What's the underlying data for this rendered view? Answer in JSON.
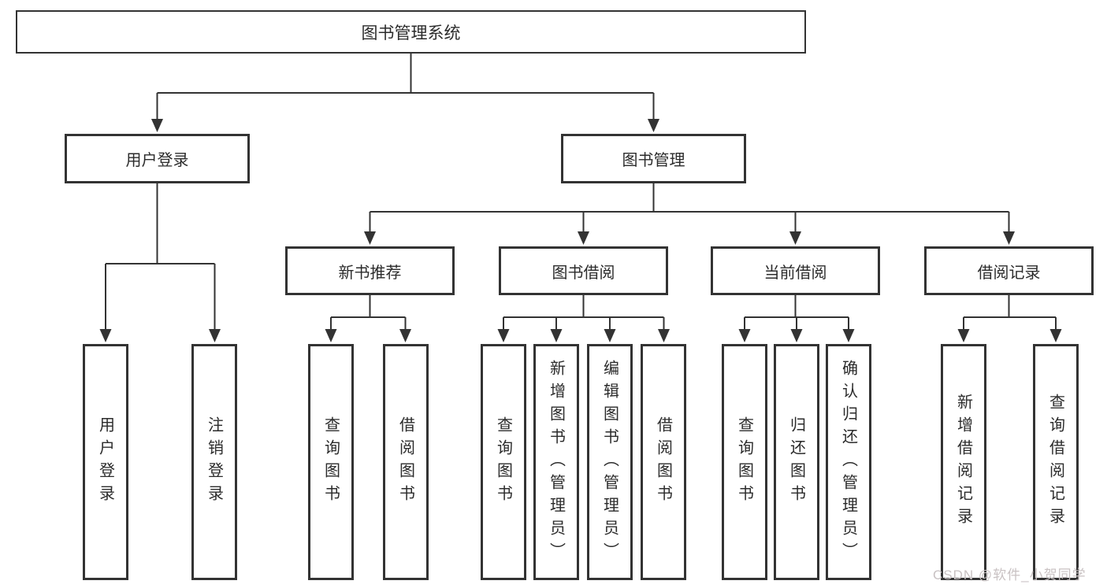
{
  "tree": {
    "label": "图书管理系统",
    "children": [
      {
        "label": "用户登录",
        "children": [
          {
            "label": "用户登录"
          },
          {
            "label": "注销登录"
          }
        ]
      },
      {
        "label": "图书管理",
        "children": [
          {
            "label": "新书推荐",
            "children": [
              {
                "label": "查询图书"
              },
              {
                "label": "借阅图书"
              }
            ]
          },
          {
            "label": "图书借阅",
            "children": [
              {
                "label": "查询图书"
              },
              {
                "label": "新增图书（管理员）"
              },
              {
                "label": "编辑图书（管理员）"
              },
              {
                "label": "借阅图书"
              }
            ]
          },
          {
            "label": "当前借阅",
            "children": [
              {
                "label": "查询图书"
              },
              {
                "label": "归还图书"
              },
              {
                "label": "确认归还（管理员）"
              }
            ]
          },
          {
            "label": "借阅记录",
            "children": [
              {
                "label": "新增借阅记录"
              },
              {
                "label": "查询借阅记录"
              }
            ]
          }
        ]
      }
    ]
  },
  "watermark": "CSDN @软件_小贺同学",
  "colors": {
    "line": "#333333",
    "text": "#2b2b2b",
    "watermark": "#c9c2c3",
    "background": "#ffffff"
  }
}
